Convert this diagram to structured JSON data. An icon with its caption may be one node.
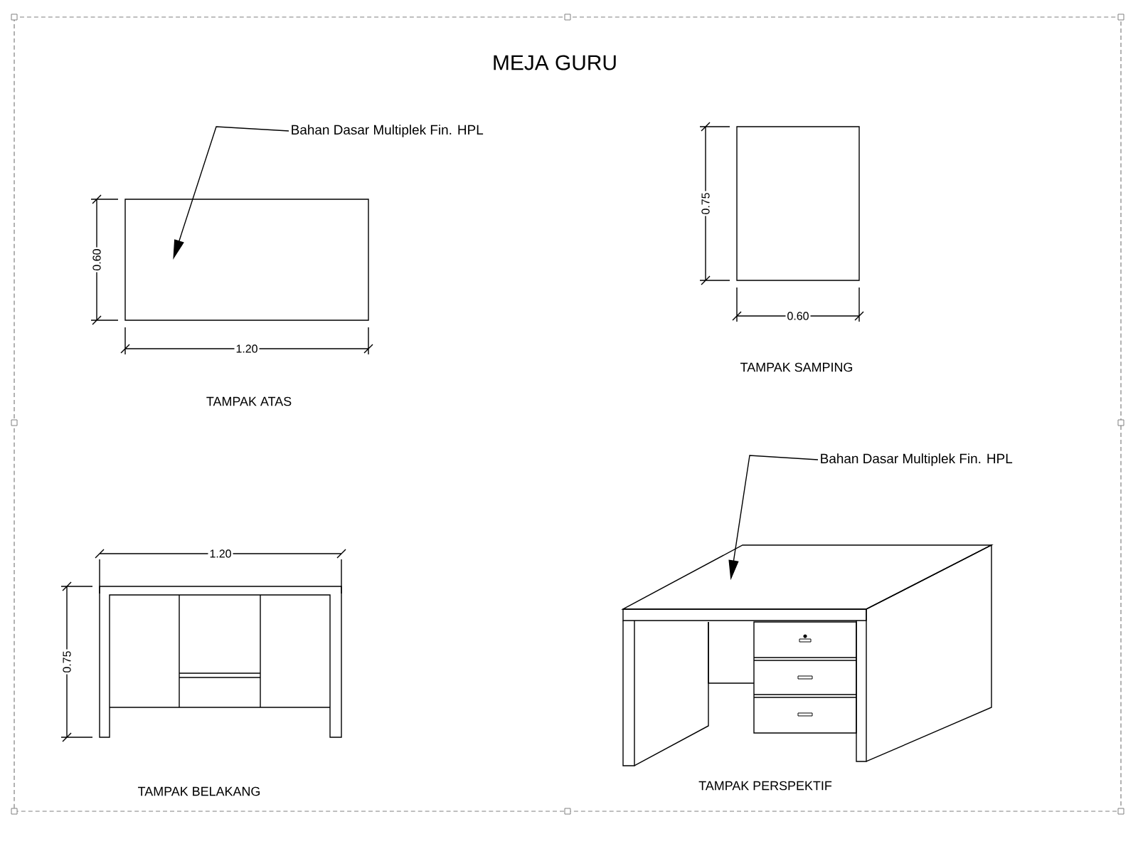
{
  "diagram": {
    "title": "MEJA GURU",
    "nodes": [
      {
        "text": [
          "Bahan Dasar  Multiplek Fin. HPL"
        ]
      },
      {
        "text": [],
        "shape": "box"
      },
      {
        "text": [
          "Bahan Dasar Multiplek Fin. HPL"
        ]
      },
      {
        "text": [],
        "shape": "picture"
      }
    ],
    "edges": [
      {
        "from": 0,
        "to": 1,
        "arrow": "to"
      },
      {
        "from": 2,
        "to": 3,
        "arrow": "to"
      }
    ],
    "labels": [
      "0.60",
      "1.20",
      "TAMPAK ATAS",
      "0.75",
      "0.60",
      "TAMPAK SAMPING",
      "1.20",
      "0.75",
      "TAMPAK BELAKANG",
      "TAMPAK PERSPEKTIF"
    ]
  }
}
